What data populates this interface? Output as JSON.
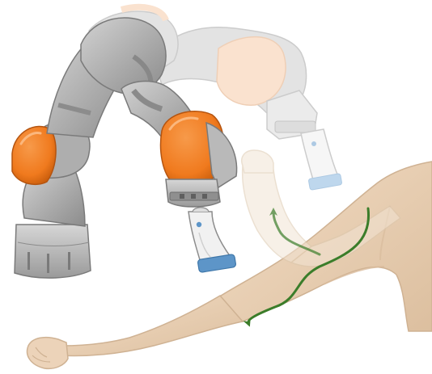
{
  "image": {
    "subjects": [
      "robot-arm",
      "ultrasound-probe",
      "human-arm",
      "motion-arrow"
    ],
    "colors": {
      "robot_gray": "#b3b3b3",
      "robot_gray_dark": "#8c8c8c",
      "robot_gray_light": "#d2d2d2",
      "robot_orange": "#f07a1e",
      "robot_orange_dark": "#c95d0c",
      "robot_orange_ghost": "#f6c7a0",
      "probe_blue": "#5d95c8",
      "probe_body": "#ececec",
      "skin": "#ecd3b9",
      "skin_dark": "#cfb293",
      "skin_ghost": "#f2e4d4",
      "arrow_green": "#3b7d2a"
    }
  }
}
